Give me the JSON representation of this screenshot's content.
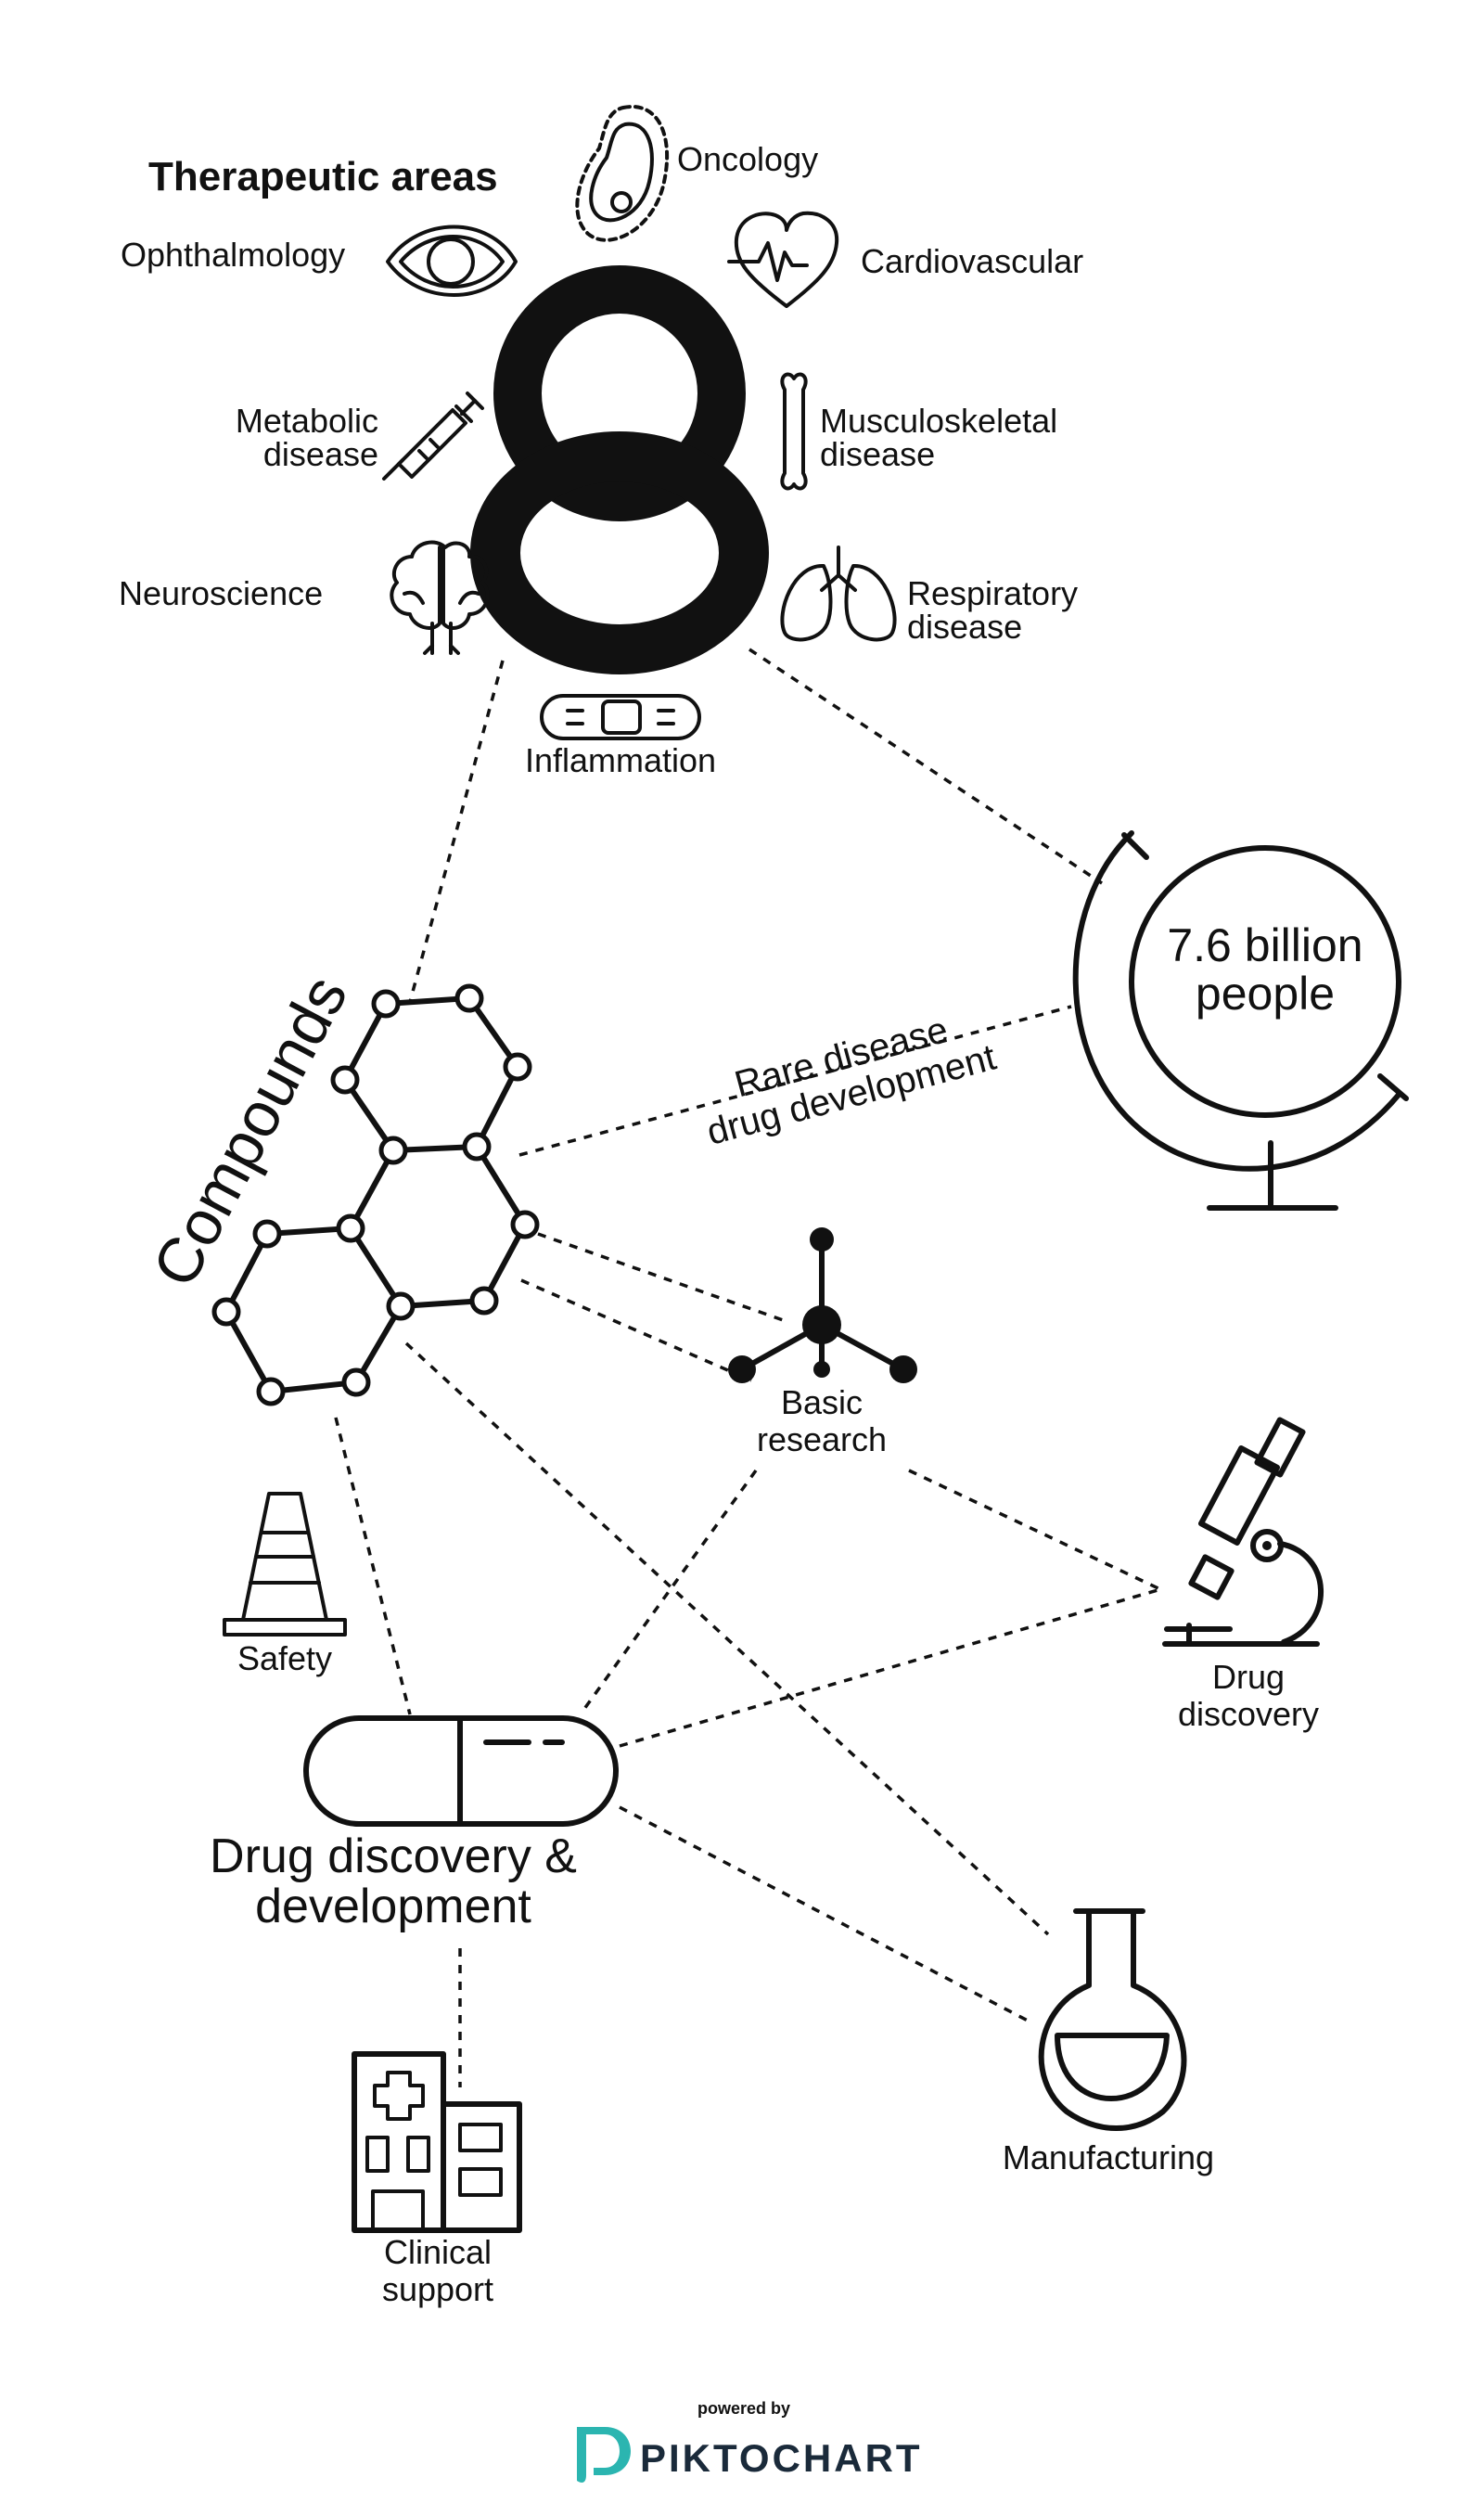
{
  "header": {
    "title": "Therapeutic areas",
    "big_number": "8"
  },
  "therapeutic_areas": [
    {
      "label": "Oncology",
      "icon": "tumor-icon"
    },
    {
      "label": "Ophthalmology",
      "icon": "eye-icon"
    },
    {
      "label": "Cardiovascular",
      "icon": "heart-icon"
    },
    {
      "label_line1": "Metabolic",
      "label_line2": "disease",
      "icon": "syringe-icon"
    },
    {
      "label_line1": "Musculoskeletal",
      "label_line2": "disease",
      "icon": "bone-icon"
    },
    {
      "label": "Neuroscience",
      "icon": "brain-icon"
    },
    {
      "label_line1": "Respiratory",
      "label_line2": "disease",
      "icon": "lungs-icon"
    },
    {
      "label": "Inflammation",
      "icon": "bandage-icon"
    }
  ],
  "globe": {
    "line1": "7.6 billion",
    "line2": "people",
    "icon": "globe-icon"
  },
  "compounds": {
    "label": "Compounds",
    "icon": "molecule-icon"
  },
  "rare_disease": {
    "line1": "Rare disease",
    "line2": "drug development"
  },
  "basic_research": {
    "line1": "Basic",
    "line2": "research",
    "icon": "atom-model-icon"
  },
  "drug_discovery": {
    "line1": "Drug",
    "line2": "discovery",
    "icon": "microscope-icon"
  },
  "safety": {
    "label": "Safety",
    "icon": "traffic-cone-icon"
  },
  "drug_dev": {
    "line1": "Drug discovery &",
    "line2": "development",
    "icon": "pill-icon"
  },
  "manufacturing": {
    "label": "Manufacturing",
    "icon": "flask-icon"
  },
  "clinical_support": {
    "line1": "Clinical",
    "line2": "support",
    "icon": "hospital-icon"
  },
  "footer": {
    "powered_by": "powered by",
    "brand": "PIKTOCHART",
    "brand_color": "#2bb5b0",
    "icon": "piktochart-logo-icon"
  }
}
